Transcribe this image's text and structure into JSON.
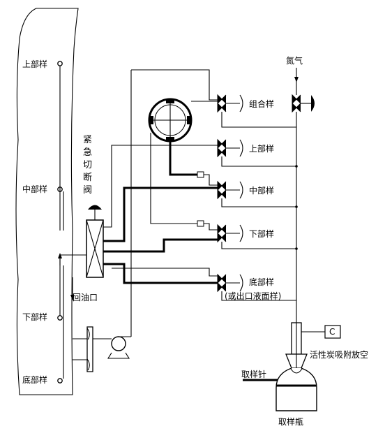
{
  "tank": {
    "taps": [
      "上部样",
      "中部样",
      "下部样",
      "底部样"
    ]
  },
  "emergency_valve": {
    "label_chars": [
      "紧",
      "急",
      "切",
      "断",
      "阀"
    ]
  },
  "return_port": "回油口",
  "nitrogen": "氮气",
  "sample_lines": {
    "combined": "组合样",
    "upper": "上部样",
    "middle": "中部样",
    "lower": "下部样",
    "bottom": "底部样",
    "bottom_note": "(或出口液面样)"
  },
  "adsorber": {
    "box": "C",
    "label": "活性炭吸附放空"
  },
  "needle": "取样针",
  "bottle": "取样瓶"
}
